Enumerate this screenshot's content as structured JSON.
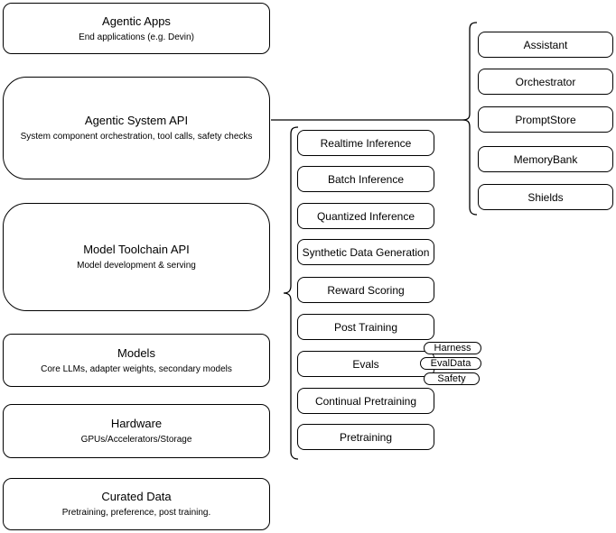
{
  "left_stack": [
    {
      "title": "Agentic Apps",
      "subtitle": "End applications (e.g. Devin)"
    },
    {
      "title": "Agentic System API",
      "subtitle": "System component orchestration, tool calls, safety checks"
    },
    {
      "title": "Model Toolchain API",
      "subtitle": "Model development & serving"
    },
    {
      "title": "Models",
      "subtitle": "Core LLMs, adapter weights, secondary models"
    },
    {
      "title": "Hardware",
      "subtitle": "GPUs/Accelerators/Storage"
    },
    {
      "title": "Curated Data",
      "subtitle": "Pretraining, preference, post training."
    }
  ],
  "toolchain": {
    "items": [
      "Realtime Inference",
      "Batch Inference",
      "Quantized Inference",
      "Synthetic Data Generation",
      "Reward Scoring",
      "Post Training",
      "Evals",
      "Continual Pretraining",
      "Pretraining"
    ]
  },
  "eval_tags": {
    "items": [
      "Harness",
      "EvalData",
      "Safety"
    ]
  },
  "system_components": {
    "items": [
      "Assistant",
      "Orchestrator",
      "PromptStore",
      "MemoryBank",
      "Shields"
    ]
  },
  "colors": {
    "stroke": "#000000",
    "fill": "#ffffff"
  }
}
